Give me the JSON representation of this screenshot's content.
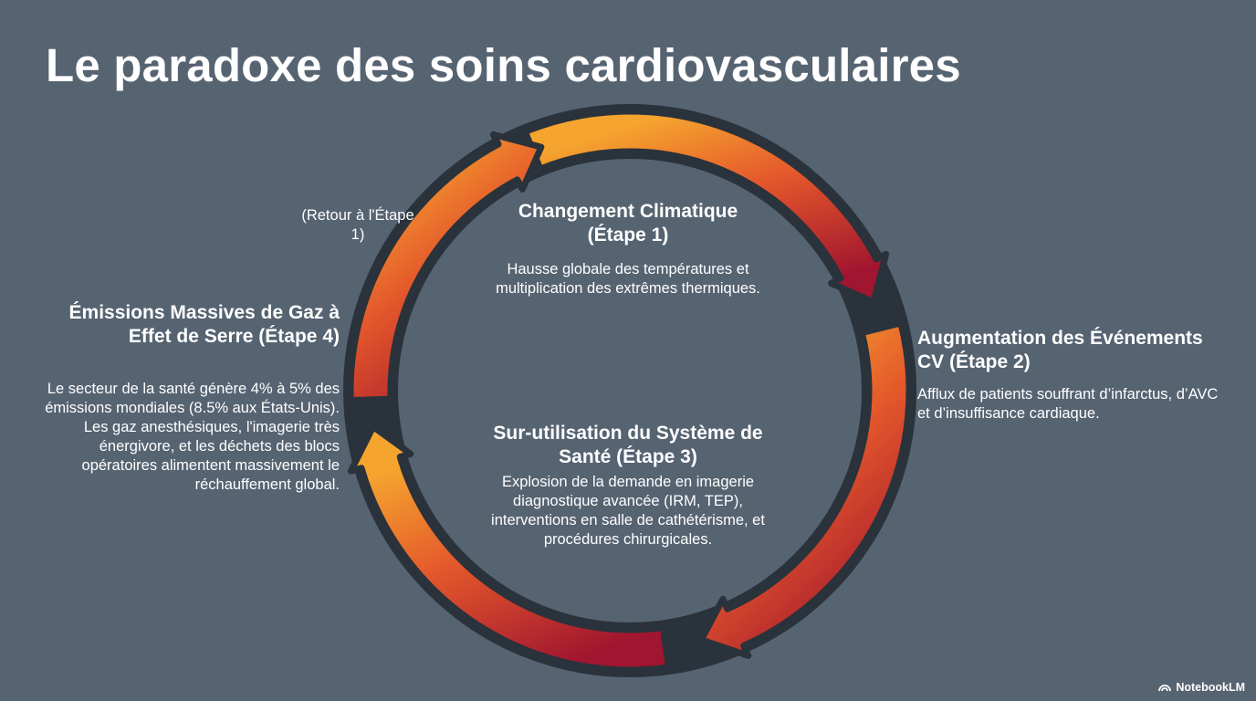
{
  "title": "Le paradoxe des soins cardiovasculaires",
  "colors": {
    "background": "#566371",
    "arrow_orange": "#F39A2B",
    "arrow_red": "#E24A2C",
    "arrow_crimson": "#A3172F",
    "arrow_outline": "#2A323B"
  },
  "stages": {
    "s1": {
      "title": "Changement Climatique (Étape 1)",
      "desc": "Hausse globale des températures et multiplication des extrêmes thermiques."
    },
    "s2": {
      "title": "Augmentation des Événements CV (Étape 2)",
      "desc": "Afflux de patients souffrant d’infarctus, d’AVC et d’insuffisance cardiaque."
    },
    "s3": {
      "title": "Sur-utilisation du Système de Santé (Étape 3)",
      "desc": "Explosion de la demande en imagerie diagnostique avancée (IRM, TEP), interventions en salle de cathétérisme, et procédures chirurgicales."
    },
    "s4": {
      "title": "Émissions Massives de Gaz à Effet de Serre (Étape 4)",
      "desc": "Le secteur de la santé génère 4% à 5% des émissions mondiales (8.5% aux États-Unis). Les gaz anesthésiques, l'imagerie très énergivore, et les déchets des blocs opératoires alimentent massivement le réchauffement global."
    }
  },
  "loop_note": "(Retour à l'Étape 1)",
  "brand": {
    "icon": "notebooklm-logo-icon",
    "name": "NotebookLM"
  }
}
